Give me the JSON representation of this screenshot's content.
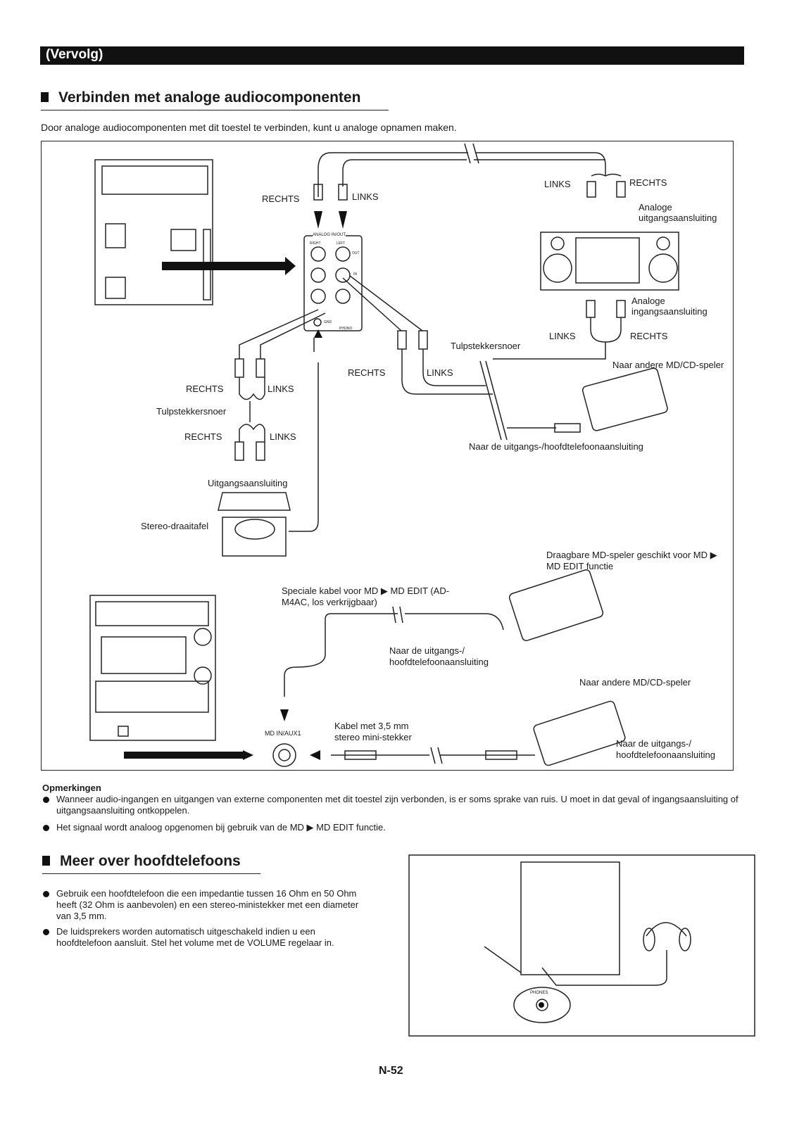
{
  "header": {
    "banner": "(Vervolg)"
  },
  "section1": {
    "title": "Verbinden met analoge audiocomponenten",
    "intro": "Door analoge audiocomponenten met dit toestel te verbinden, kunt u analoge opnamen maken."
  },
  "diagram": {
    "rechts_top": "RECHTS",
    "links_top": "LINKS",
    "links_tr": "LINKS",
    "rechts_tr": "RECHTS",
    "analog_out": "Analoge uitgangsaansluiting",
    "analog_in": "Analoge ingangsaansluiting",
    "links_mid": "LINKS",
    "rechts_mid": "RECHTS",
    "tulp1": "Tulpstekkersnoer",
    "naar_andere1": "Naar andere MD/CD-speler",
    "rechts_c": "RECHTS",
    "links_c": "LINKS",
    "rechts_l": "RECHTS",
    "links_l": "LINKS",
    "tulp2": "Tulpstekkersnoer",
    "rechts_l2": "RECHTS",
    "links_l2": "LINKS",
    "naar_uitgang1": "Naar de uitgangs-/hoofdtelefoonaansluiting",
    "uitgang": "Uitgangsaansluiting",
    "draaitafel": "Stereo-draaitafel",
    "draagbare": "Draagbare MD-speler geschikt voor MD ▶ MD EDIT functie",
    "speciale": "Speciale kabel voor MD ▶ MD EDIT (AD-M4AC, los verkrijgbaar)",
    "naar_uitgang2": "Naar de uitgangs-/ hoofdtelefoonaansluiting",
    "naar_andere2": "Naar andere MD/CD-speler",
    "kabel": "Kabel met 3,5 mm stereo mini-stekker",
    "mdinaux": "MD IN/AUX1",
    "naar_uitgang3": "Naar de uitgangs-/ hoofdtelefoonaansluiting",
    "analog_inout": "ANALOG IN/OUT",
    "right": "RIGHT",
    "left": "LEFT",
    "out": "OUT",
    "in": "IN",
    "gnd": "GND",
    "phono": "PHONO"
  },
  "notes": {
    "title": "Opmerkingen",
    "items": [
      "Wanneer audio-ingangen en uitgangen van externe componenten met dit toestel zijn verbonden, is er soms sprake van ruis. U moet in dat geval of ingangsaansluiting of uitgangsaansluiting ontkoppelen.",
      "Het signaal wordt analoog opgenomen bij gebruik van de MD ▶ MD EDIT functie."
    ]
  },
  "section2": {
    "title": "Meer over hoofdtelefoons",
    "items": [
      "Gebruik een hoofdtelefoon die een impedantie tussen 16 Ohm en 50 Ohm heeft (32 Ohm is aanbevolen) en een stereo-ministekker met een diameter van 3,5 mm.",
      "De luidsprekers worden automatisch uitgeschakeld indien u een hoofdtelefoon aansluit. Stel het volume met de VOLUME regelaar in."
    ],
    "phones": "PHONES"
  },
  "footer": {
    "page": "N-52"
  }
}
